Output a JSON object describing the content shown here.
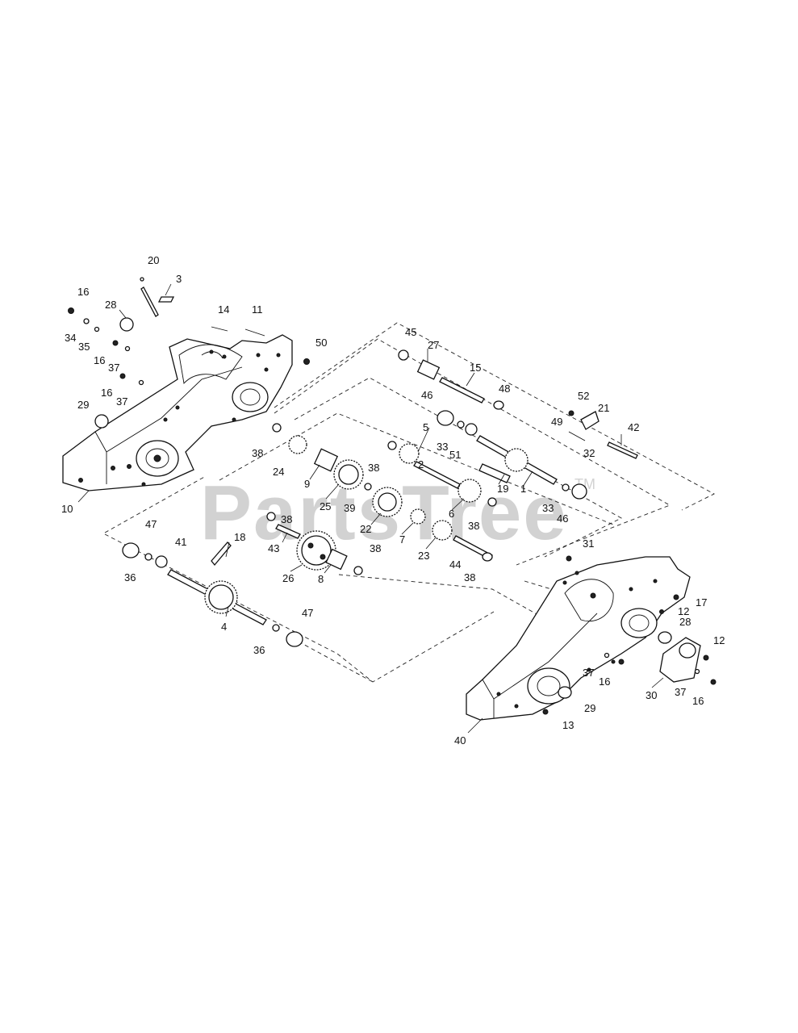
{
  "watermark": {
    "text": "PartsTree",
    "tm": "TM"
  },
  "callouts": [
    {
      "id": "c20",
      "label": "20"
    },
    {
      "id": "c3",
      "label": "3"
    },
    {
      "id": "c16a",
      "label": "16"
    },
    {
      "id": "c28a",
      "label": "28"
    },
    {
      "id": "c14",
      "label": "14"
    },
    {
      "id": "c11",
      "label": "11"
    },
    {
      "id": "c34",
      "label": "34"
    },
    {
      "id": "c35",
      "label": "35"
    },
    {
      "id": "c16b",
      "label": "16"
    },
    {
      "id": "c37a",
      "label": "37"
    },
    {
      "id": "c16c",
      "label": "16"
    },
    {
      "id": "c37b",
      "label": "37"
    },
    {
      "id": "c50",
      "label": "50"
    },
    {
      "id": "c45",
      "label": "45"
    },
    {
      "id": "c27",
      "label": "27"
    },
    {
      "id": "c15",
      "label": "15"
    },
    {
      "id": "c29a",
      "label": "29"
    },
    {
      "id": "c46a",
      "label": "46"
    },
    {
      "id": "c48",
      "label": "48"
    },
    {
      "id": "c52",
      "label": "52"
    },
    {
      "id": "c21",
      "label": "21"
    },
    {
      "id": "c49",
      "label": "49"
    },
    {
      "id": "c42",
      "label": "42"
    },
    {
      "id": "c5",
      "label": "5"
    },
    {
      "id": "c33a",
      "label": "33"
    },
    {
      "id": "c51",
      "label": "51"
    },
    {
      "id": "c32",
      "label": "32"
    },
    {
      "id": "c38a",
      "label": "38"
    },
    {
      "id": "c24",
      "label": "24"
    },
    {
      "id": "c38b",
      "label": "38"
    },
    {
      "id": "c2",
      "label": "2"
    },
    {
      "id": "c9",
      "label": "9"
    },
    {
      "id": "c19",
      "label": "19"
    },
    {
      "id": "c1",
      "label": "1"
    },
    {
      "id": "c33b",
      "label": "33"
    },
    {
      "id": "c10",
      "label": "10"
    },
    {
      "id": "c25",
      "label": "25"
    },
    {
      "id": "c39",
      "label": "39"
    },
    {
      "id": "c46b",
      "label": "46"
    },
    {
      "id": "c38c",
      "label": "38"
    },
    {
      "id": "c6",
      "label": "6"
    },
    {
      "id": "c22",
      "label": "22"
    },
    {
      "id": "c38d",
      "label": "38"
    },
    {
      "id": "c47a",
      "label": "47"
    },
    {
      "id": "c18",
      "label": "18"
    },
    {
      "id": "c43",
      "label": "43"
    },
    {
      "id": "c7",
      "label": "7"
    },
    {
      "id": "c41",
      "label": "41"
    },
    {
      "id": "c23",
      "label": "23"
    },
    {
      "id": "c31",
      "label": "31"
    },
    {
      "id": "c38e",
      "label": "38"
    },
    {
      "id": "c44",
      "label": "44"
    },
    {
      "id": "c36a",
      "label": "36"
    },
    {
      "id": "c26",
      "label": "26"
    },
    {
      "id": "c8",
      "label": "8"
    },
    {
      "id": "c38f",
      "label": "38"
    },
    {
      "id": "c17",
      "label": "17"
    },
    {
      "id": "c12a",
      "label": "12"
    },
    {
      "id": "c4",
      "label": "4"
    },
    {
      "id": "c47b",
      "label": "47"
    },
    {
      "id": "c28b",
      "label": "28"
    },
    {
      "id": "c36b",
      "label": "36"
    },
    {
      "id": "c12b",
      "label": "12"
    },
    {
      "id": "c37c",
      "label": "37"
    },
    {
      "id": "c16d",
      "label": "16"
    },
    {
      "id": "c30",
      "label": "30"
    },
    {
      "id": "c37d",
      "label": "37"
    },
    {
      "id": "c16e",
      "label": "16"
    },
    {
      "id": "c29b",
      "label": "29"
    },
    {
      "id": "c13",
      "label": "13"
    },
    {
      "id": "c40",
      "label": "40"
    }
  ]
}
